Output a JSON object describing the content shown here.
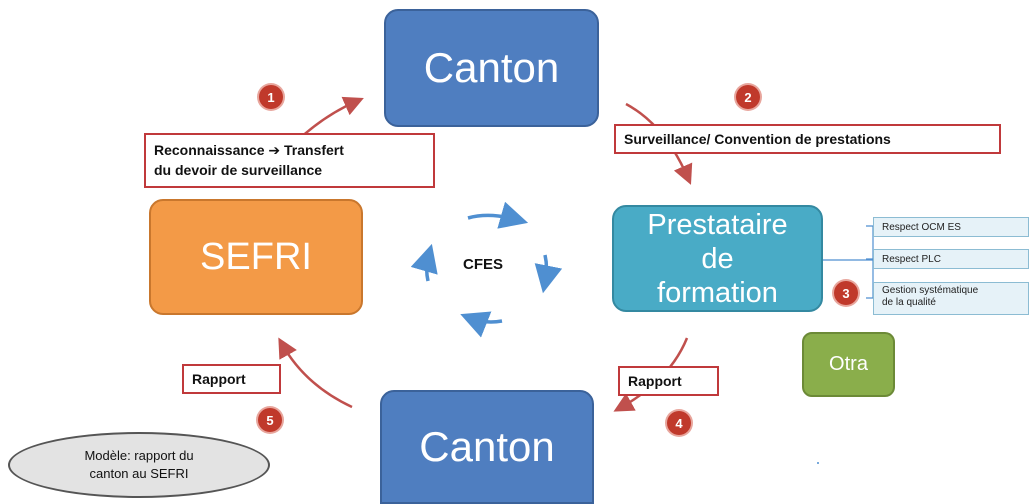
{
  "nodes": {
    "canton_top": "Canton",
    "canton_bottom": "Canton",
    "sefri": "SEFRI",
    "prestataire": "Prestataire de formation",
    "otra": "Otra",
    "cfes": "CFES"
  },
  "labels": {
    "reconnaissance_line1": "Reconnaissance ➔ Transfert",
    "reconnaissance_line2": "du devoir de surveillance",
    "surveillance": "Surveillance/ Convention de prestations",
    "rapport_left": "Rapport",
    "rapport_right": "Rapport"
  },
  "steps": [
    "1",
    "2",
    "3",
    "4",
    "5"
  ],
  "quality": {
    "item1": "Respect OCM ES",
    "item2": "Respect PLC",
    "item3_line1": "Gestion systématique",
    "item3_line2": "de la qualité"
  },
  "model": {
    "line1": "Modèle: rapport du",
    "line2": "canton au SEFRI"
  },
  "colors": {
    "canton": "#4f7ec0",
    "sefri": "#f39a47",
    "prestataire": "#49abc6",
    "otra": "#8aae4b",
    "accent_red": "#c0392b"
  }
}
